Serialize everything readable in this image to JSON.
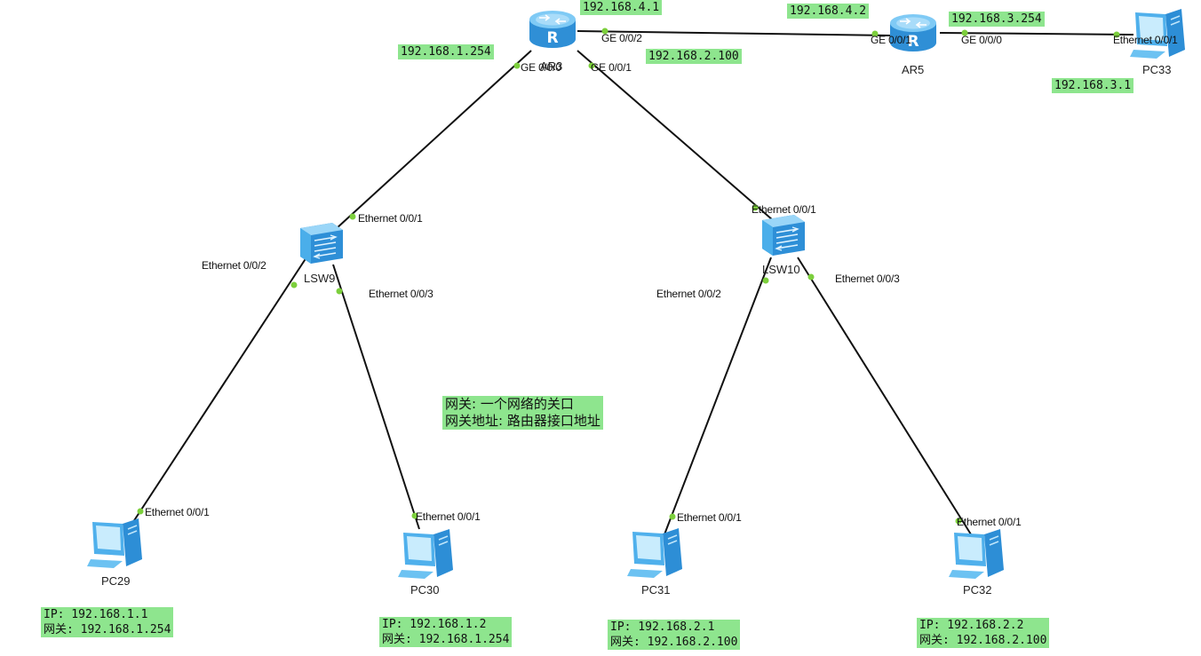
{
  "colors": {
    "link": "#111111",
    "port_dot": "#7ccf3c",
    "note_bg": "#8ee58e",
    "router_blue": "#3aa6e8",
    "switch_blue": "#55b8ef",
    "pc_blue": "#4fb0ec"
  },
  "devices": {
    "ar3": {
      "name": "AR3",
      "icon": "router-icon"
    },
    "ar5": {
      "name": "AR5",
      "icon": "router-icon"
    },
    "lsw9": {
      "name": "LSW9",
      "icon": "switch-icon"
    },
    "lsw10": {
      "name": "LSW10",
      "icon": "switch-icon"
    },
    "pc29": {
      "name": "PC29",
      "icon": "pc-icon"
    },
    "pc30": {
      "name": "PC30",
      "icon": "pc-icon"
    },
    "pc31": {
      "name": "PC31",
      "icon": "pc-icon"
    },
    "pc32": {
      "name": "PC32",
      "icon": "pc-icon"
    },
    "pc33": {
      "name": "PC33",
      "icon": "pc-icon"
    }
  },
  "ports": {
    "ar3_ge000": "GE 0/0/0",
    "ar3_ge001": "GE 0/0/1",
    "ar3_ge002": "GE 0/0/2",
    "ar5_ge001": "GE 0/0/1",
    "ar5_ge000": "GE 0/0/0",
    "pc33_eth": "Ethernet 0/0/1",
    "lsw9_eth1": "Ethernet 0/0/1",
    "lsw9_eth2": "Ethernet 0/0/2",
    "lsw9_eth3": "Ethernet 0/0/3",
    "lsw10_eth1": "Ethernet 0/0/1",
    "lsw10_eth2": "Ethernet 0/0/2",
    "lsw10_eth3": "Ethernet 0/0/3",
    "pc29_eth": "Ethernet 0/0/1",
    "pc30_eth": "Ethernet 0/0/1",
    "pc31_eth": "Ethernet 0/0/1",
    "pc32_eth": "Ethernet 0/0/1"
  },
  "ip_labels": {
    "ar3_ge002": "192.168.4.1",
    "ar5_ge001": "192.168.4.2",
    "ar5_ge000": "192.168.3.254",
    "pc33": "192.168.3.1",
    "ar3_ge000": "192.168.1.254",
    "ar3_ge001": "192.168.2.100"
  },
  "pc_notes": {
    "pc29": {
      "ip": "IP: 192.168.1.1",
      "gateway": "网关: 192.168.1.254"
    },
    "pc30": {
      "ip": "IP: 192.168.1.2",
      "gateway": "网关: 192.168.1.254"
    },
    "pc31": {
      "ip": "IP: 192.168.2.1",
      "gateway": "网关: 192.168.2.100"
    },
    "pc32": {
      "ip": "IP: 192.168.2.2",
      "gateway": "网关: 192.168.2.100"
    }
  },
  "center_note": {
    "line1": "网关: 一个网络的关口",
    "line2": "网关地址: 路由器接口地址"
  }
}
